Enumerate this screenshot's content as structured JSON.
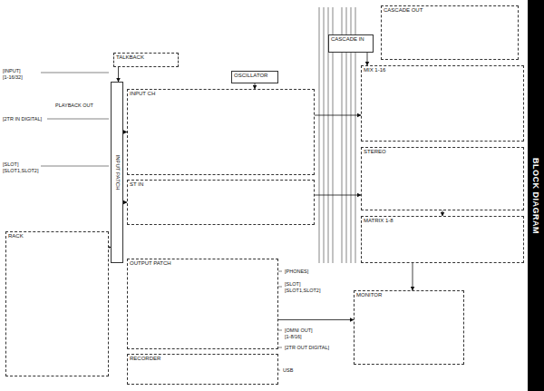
{
  "diagram": {
    "nodes": [
      {
        "text": [
          "TALKBACK"
        ]
      },
      {
        "text": [
          "INPUT CH"
        ]
      },
      {
        "text": [
          "ST IN"
        ]
      },
      {
        "text": [
          "INPUT PATCH"
        ]
      },
      {
        "text": [
          "CASCADE IN"
        ]
      },
      {
        "text": [
          "CASCADE OUT"
        ]
      },
      {
        "text": [
          "OSCILLATOR"
        ]
      },
      {
        "text": [
          "MIX 1-16"
        ]
      },
      {
        "text": [
          "STEREO"
        ]
      },
      {
        "text": [
          "MATRIX 1-8"
        ]
      },
      {
        "text": [
          "RACK"
        ]
      },
      {
        "text": [
          "OUTPUT PATCH"
        ]
      },
      {
        "text": [
          "RECORDER"
        ]
      },
      {
        "text": [
          "MONITOR"
        ]
      },
      {
        "text": [
          "BLOCK DIAGRAM"
        ]
      }
    ],
    "edges": [
      {
        "from": 0,
        "to": 3,
        "arrow": "to"
      },
      {
        "from": 3,
        "to": 1,
        "arrow": "to"
      },
      {
        "from": 3,
        "to": 2,
        "arrow": "to"
      },
      {
        "from": 1,
        "to": 7,
        "arrow": "to"
      },
      {
        "from": 2,
        "to": 8,
        "arrow": "to"
      },
      {
        "from": 4,
        "to": 7,
        "arrow": "to"
      },
      {
        "from": 8,
        "to": 9,
        "arrow": "to"
      },
      {
        "from": 9,
        "to": 13,
        "arrow": "to"
      },
      {
        "from": 10,
        "to": 3,
        "arrow": "to"
      },
      {
        "from": 11,
        "to": 13,
        "arrow": "to"
      },
      {
        "from": 6,
        "to": 1,
        "arrow": "to"
      }
    ],
    "labels": [
      "[INPUT]",
      "[1-16/32]",
      "[2TR IN DIGITAL]",
      "[SLOT]",
      "[SLOT1,SLOT2]",
      "[PHONES]",
      "[SLOT]",
      "[SLOT1,SLOT2]",
      "[OMNI OUT]",
      "[1-8/16]",
      "[2TR OUT DIGITAL]",
      "PLAYBACK OUT",
      "USB"
    ]
  }
}
